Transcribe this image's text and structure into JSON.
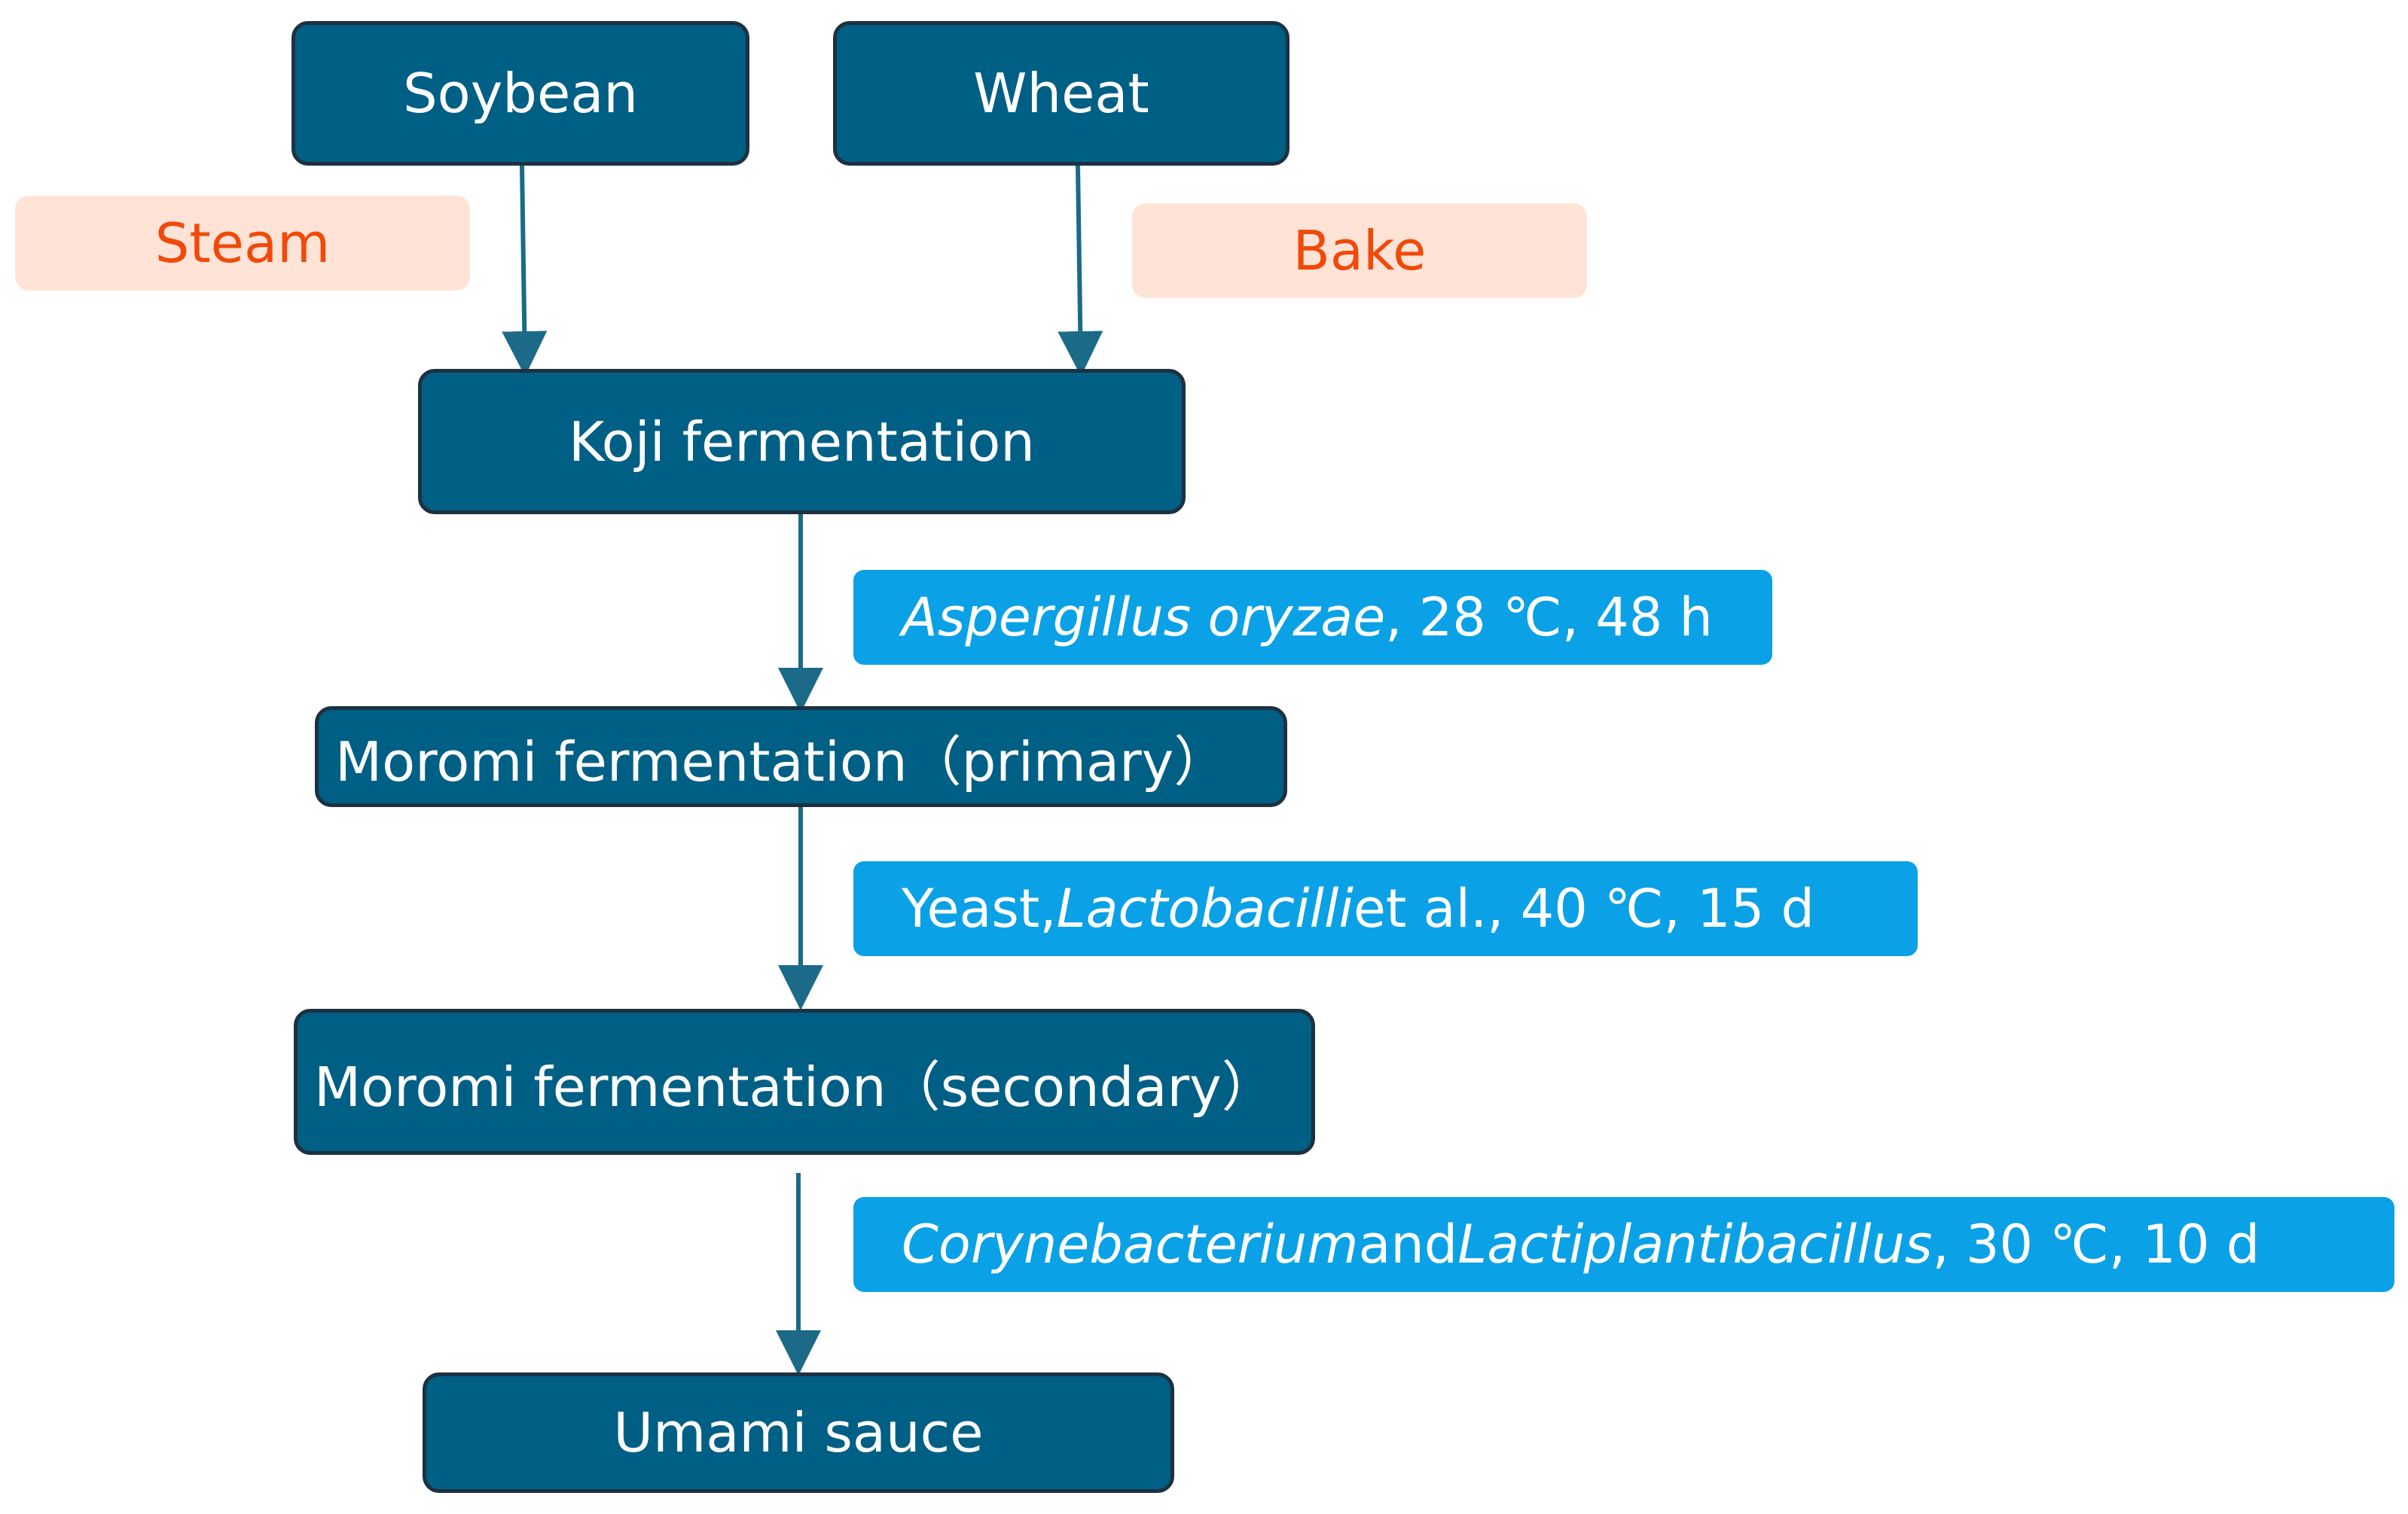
{
  "nodes": {
    "soybean": "Soybean",
    "wheat": "Wheat",
    "koji": "Koji fermentation",
    "moromi_primary": "Moromi fermentation（primary）",
    "moromi_secondary": "Moromi fermentation（secondary）",
    "umami": "Umami sauce"
  },
  "processes": {
    "steam": "Steam",
    "bake": "Bake"
  },
  "conditions": {
    "koji": {
      "organism": "Aspergillus oryzae",
      "params": ", 28 ℃, 48 h"
    },
    "primary": {
      "lead": "Yeast, ",
      "organism": "Lactobacilli",
      "params": " et al., 40 ℃, 15 d"
    },
    "secondary": {
      "organism1": "Corynebacterium",
      "joiner": " and ",
      "organism2": "Lactiplantibacillus",
      "params": " , 30 ℃, 10 d"
    }
  },
  "colors": {
    "node_fill": "#005f85",
    "node_border": "#1d3140",
    "process_fill": "#ffe3d6",
    "process_text": "#f04a0a",
    "condition_fill": "#0aa1e6",
    "arrow": "#1b6a88"
  }
}
